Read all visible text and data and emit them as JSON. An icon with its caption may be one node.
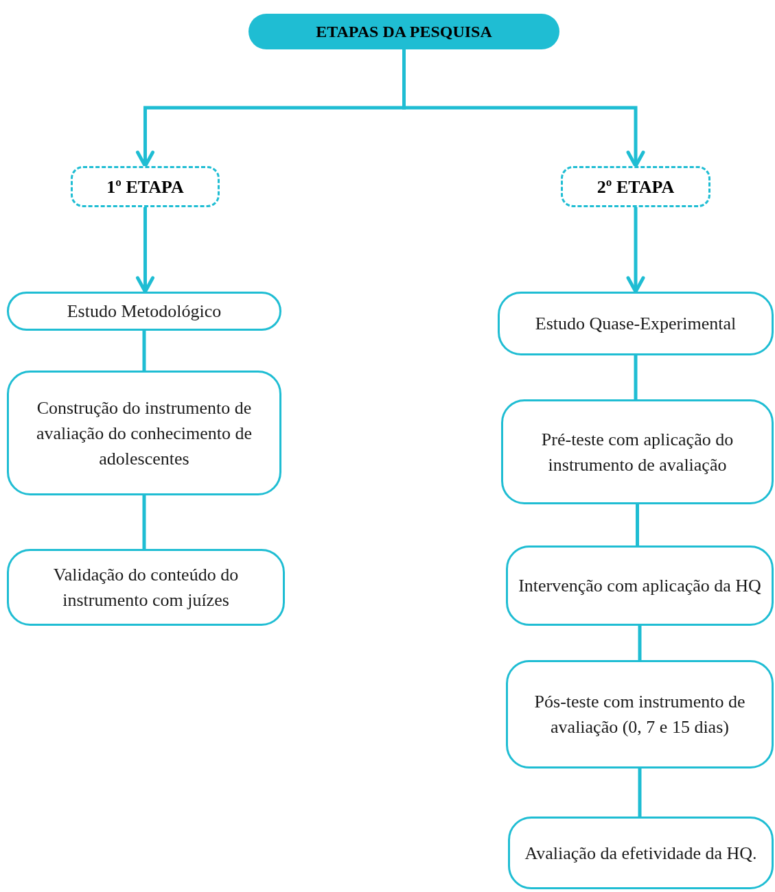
{
  "diagram": {
    "nodes": [
      {
        "text": [
          "ETAPAS DA PESQUISA"
        ]
      },
      {
        "text": [
          "1º ETAPA"
        ]
      },
      {
        "text": [
          "2º ETAPA"
        ]
      },
      {
        "text": [
          "Estudo Metodológico"
        ]
      },
      {
        "text": [
          "Construção do instrumento de avaliação do conhecimento de adolescentes"
        ]
      },
      {
        "text": [
          "Validação do conteúdo do instrumento com juízes"
        ]
      },
      {
        "text": [
          "Estudo Quase-Experimental"
        ]
      },
      {
        "text": [
          "Pré-teste com aplicação do instrumento de avaliação"
        ]
      },
      {
        "text": [
          "Intervenção com aplicação da HQ"
        ]
      },
      {
        "text": [
          "Pós-teste com instrumento de avaliação (0, 7 e 15 dias)"
        ]
      },
      {
        "text": [
          "Avaliação da efetividade da HQ."
        ]
      }
    ],
    "edges": [
      {
        "from": 0,
        "to": 1,
        "arrow": "to"
      },
      {
        "from": 0,
        "to": 2,
        "arrow": "to"
      },
      {
        "from": 1,
        "to": 3,
        "arrow": "to"
      },
      {
        "from": 2,
        "to": 6,
        "arrow": "to"
      },
      {
        "from": 3,
        "to": 4,
        "arrow": "none"
      },
      {
        "from": 4,
        "to": 5,
        "arrow": "none"
      },
      {
        "from": 6,
        "to": 7,
        "arrow": "none"
      },
      {
        "from": 7,
        "to": 8,
        "arrow": "none"
      },
      {
        "from": 8,
        "to": 9,
        "arrow": "none"
      },
      {
        "from": 9,
        "to": 10,
        "arrow": "none"
      }
    ]
  }
}
